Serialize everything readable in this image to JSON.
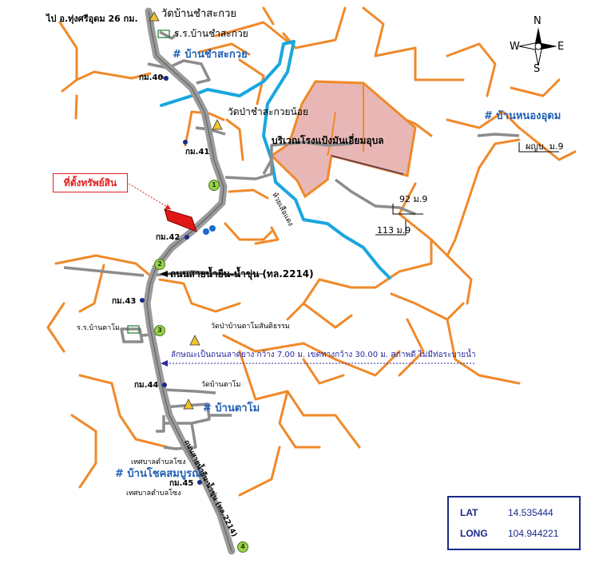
{
  "labels": {
    "to_nong_khrai": "ไป อ.ทุ่งศรีอุดม 26 กม.",
    "wat_ban_cha_sakruai": "วัดบ้านชำสะกวย",
    "school_cha_sakruai": "ร.ร.บ้านชำสะกวย",
    "village_cha_sakruai": "# บ้านชำสะกวย",
    "km40": "กม.40",
    "wat_pa_cha_sakruai_noi": "วัดป่าชำสะกวยน้อย",
    "km41": "กม.41",
    "company_area": "บริเวณโรงแป้งมันเอี่ยมอุบล",
    "village_nong_udom": "# บ้านหนองอุดม",
    "headman": "ผญบ. ม.9",
    "house_92": "92 ม.9",
    "house_113": "113 ม.9",
    "stream": "ห้วยเสือแดง",
    "property_location": "ที่ตั้งทรัพย์สิน",
    "km42": "กม.42",
    "road_name": "ถนนสายน้ำยืน-น้ำขุ่น (ทล.2214)",
    "km43": "กม.43",
    "school_ta_mo": "ร.ร.บ้านตาโม",
    "wat_pa_ta_mo": "วัดป่าบ้านตาโมสันติธรรม",
    "road_desc": "ลักษณะเป็นถนนลาดยาง กว้าง 7.00 ม. เขตทางกว้าง 30.00 ม. สภาพดี ไม่มีท่อระบายน้ำ",
    "km44": "กม.44",
    "wat_ta_mo": "วัดบ้านตาโม",
    "village_ta_mo": "# บ้านตาโม",
    "municipality_1": "เทศบาลตำบลโซง",
    "village_chok_somboon": "# บ้านโชคสมบูรณ์",
    "km45": "กม.45",
    "municipality_2": "เทศบาลตำบลโซง",
    "road_vertical": "ถนนสายน้ำยืน-น้ำขุ่น (ทล.2214)"
  },
  "markers": [
    "1",
    "2",
    "3",
    "4"
  ],
  "compass": {
    "n": "N",
    "s": "S",
    "e": "E",
    "w": "W"
  },
  "coordinates": {
    "lat_label": "LAT",
    "lat_value": "14.535444",
    "long_label": "LONG",
    "long_value": "104.944221"
  },
  "colors": {
    "main_road": "#9a9a9a",
    "secondary_road": "#8c8c8c",
    "orange_road": "#f0892a",
    "river": "#1aa6e0",
    "area_fill": "#e8b7b5",
    "area_border": "#f0892a",
    "property": "#e01818",
    "village_text": "#1f5fb4",
    "callout": "#e02020",
    "coord_border": "#1a2a8a"
  }
}
